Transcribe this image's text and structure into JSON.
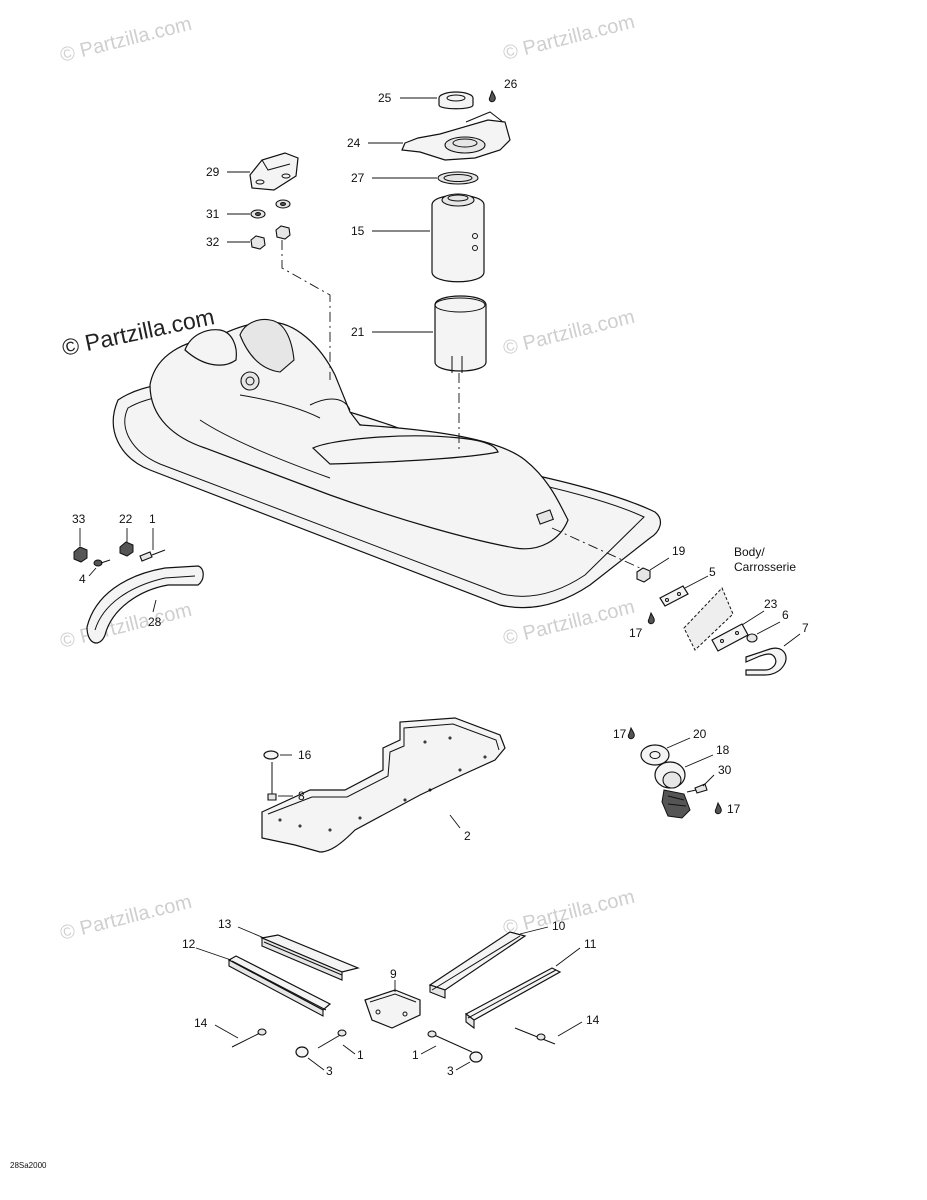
{
  "diagram_code": "28Sa2000",
  "watermark": "© Partzilla.com",
  "body_label": [
    "Body/",
    "Carrosserie"
  ],
  "callouts": {
    "c25": "25",
    "c26": "26",
    "c24": "24",
    "c27": "27",
    "c15": "15",
    "c21": "21",
    "c29": "29",
    "c31": "31",
    "c32": "32",
    "c33": "33",
    "c22": "22",
    "c1a": "1",
    "c4": "4",
    "c28": "28",
    "c19": "19",
    "c5": "5",
    "c17a": "17",
    "c23": "23",
    "c6": "6",
    "c7": "7",
    "c16": "16",
    "c8": "8",
    "c2": "2",
    "c17b": "17",
    "c20": "20",
    "c18": "18",
    "c30": "30",
    "c17c": "17",
    "c13": "13",
    "c12": "12",
    "c10": "10",
    "c11": "11",
    "c9": "9",
    "c14a": "14",
    "c14b": "14",
    "c1b": "1",
    "c1c": "1",
    "c3a": "3",
    "c3b": "3"
  }
}
